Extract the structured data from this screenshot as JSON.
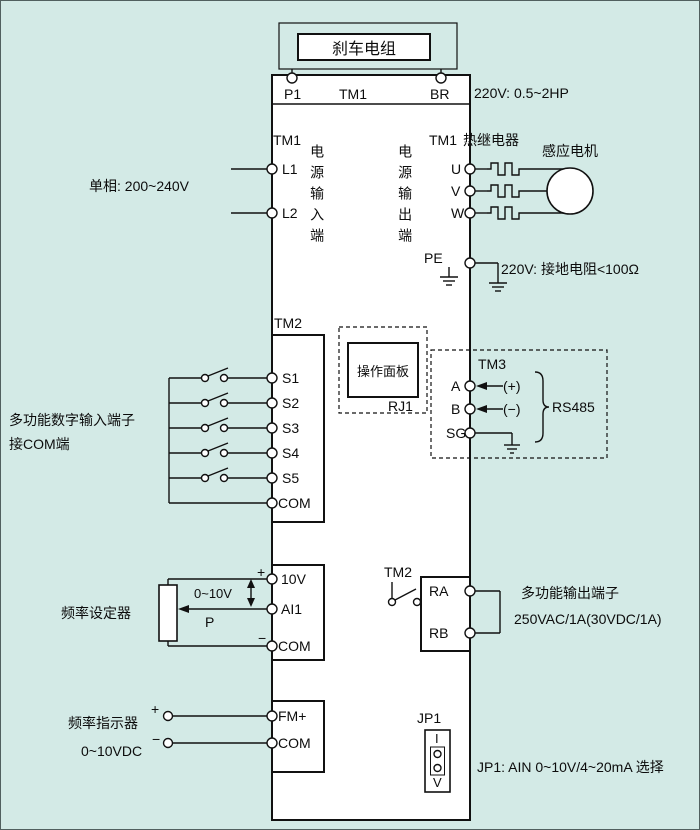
{
  "colors": {
    "background": "#d3eae6",
    "line": "#111111",
    "panel_fill": "#ffffff"
  },
  "brake": {
    "label": "刹车电组",
    "terminals": [
      "P1",
      "TM1",
      "BR"
    ],
    "rating": "220V: 0.5~2HP"
  },
  "power_input": {
    "block": "TM1",
    "terminals": [
      "L1",
      "L2"
    ],
    "phase": "单相: 200~240V",
    "label": "电源输入端"
  },
  "power_output": {
    "block": "TM1",
    "terminals": [
      "U",
      "V",
      "W"
    ],
    "label": "电源输出端",
    "thermal_relay": "热继电器",
    "motor": "感应电机"
  },
  "ground": {
    "terminal": "PE",
    "note": "220V: 接地电阻<100Ω"
  },
  "digital_inputs": {
    "block": "TM2",
    "terminals": [
      "S1",
      "S2",
      "S3",
      "S4",
      "S5",
      "COM"
    ],
    "label1": "多功能数字输入端子",
    "label2": "接COM端"
  },
  "panel": {
    "label": "操作面板",
    "port": "RJ1"
  },
  "comm": {
    "block": "TM3",
    "terminals": [
      "A",
      "B",
      "SG"
    ],
    "plus": "(+)",
    "minus": "(−)",
    "label": "RS485"
  },
  "analog_input": {
    "terminals": [
      "10V",
      "AI1",
      "COM"
    ],
    "plus": "+",
    "minus": "−",
    "range": "0~10V",
    "pot": "P",
    "label": "频率设定器"
  },
  "relay_output": {
    "block": "TM2",
    "terminals": [
      "RA",
      "RB"
    ],
    "label1": "多功能输出端子",
    "label2": "250VAC/1A(30VDC/1A)"
  },
  "freq_out": {
    "terminals": [
      "FM+",
      "COM"
    ],
    "plus": "+",
    "minus": "−",
    "label1": "频率指示器",
    "label2": "0~10VDC"
  },
  "jumper": {
    "label": "JP1",
    "positions": [
      "I",
      "V"
    ],
    "note": "JP1:  AIN  0~10V/4~20mA 选择"
  }
}
